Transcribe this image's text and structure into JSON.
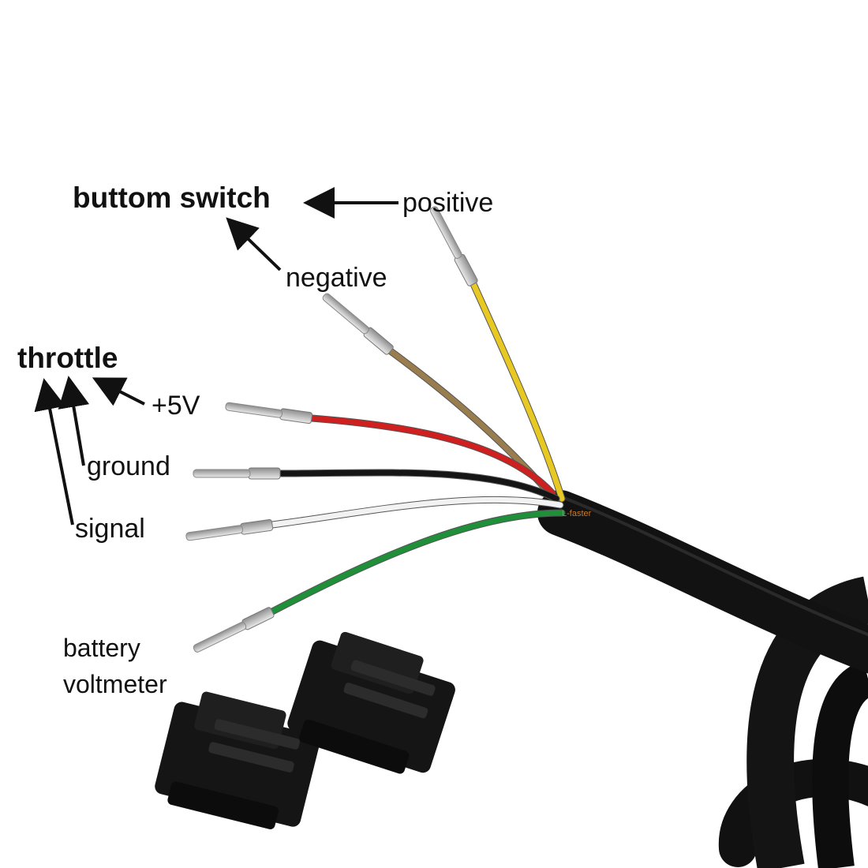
{
  "groups": {
    "button_switch": "buttom switch",
    "throttle": "throttle"
  },
  "labels": {
    "positive": "positive",
    "negative": "negative",
    "plus5v": "+5V",
    "ground": "ground",
    "signal": "signal",
    "battery_line1": "battery",
    "battery_line2": "voltmeter"
  },
  "watermark": "L-faster",
  "wire_colors": {
    "yellow": "#e8c822",
    "brown": "#9a7d4e",
    "red": "#cf1f1f",
    "black": "#151515",
    "white": "#f2f2f2",
    "green": "#1f8f3a"
  }
}
